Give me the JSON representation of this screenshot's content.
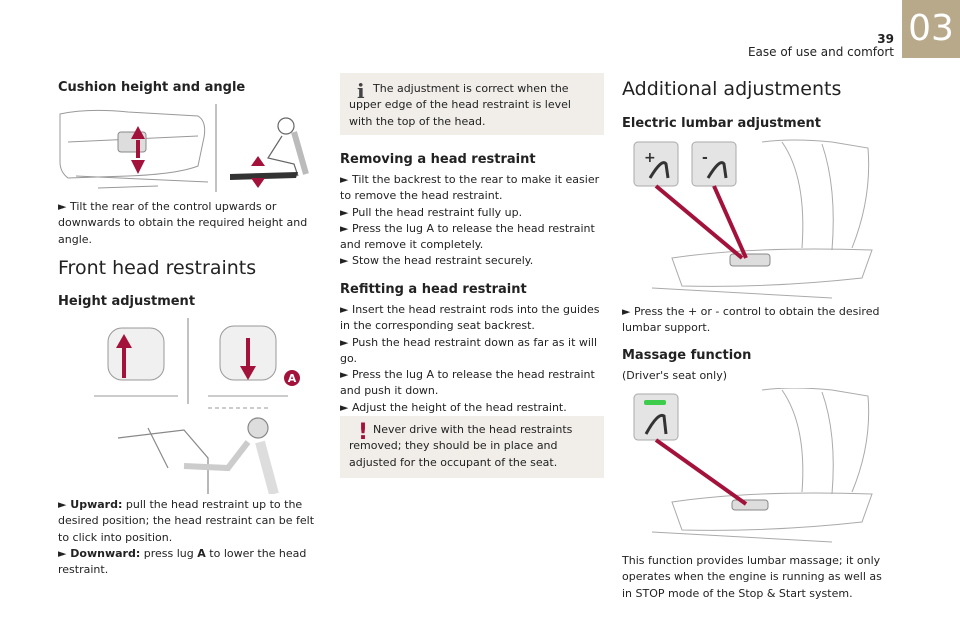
{
  "header": {
    "page_number": "39",
    "section_title": "Ease of use and comfort",
    "chapter": "03"
  },
  "col1": {
    "cushion_heading": "Cushion height and angle",
    "cushion_text": "► Tilt the rear of the control upwards or downwards to obtain the required height and angle.",
    "restraints_title": "Front head restraints",
    "height_heading": "Height adjustment",
    "fig_lug_label": "A",
    "upward_label": "► Upward:",
    "upward_text": " pull the head restraint up to the desired position; the head restraint can be felt to click into position.",
    "downward_label": "► Downward:",
    "downward_text_a": " press lug ",
    "downward_lug": "A",
    "downward_text_b": " to lower the head restraint."
  },
  "col2": {
    "info_note": "The adjustment is correct when the upper edge of the head restraint is level with the top of the head.",
    "removing_heading": "Removing a head restraint",
    "removing_steps": [
      "► Tilt the backrest to the rear to make it easier to remove the head restraint.",
      "► Pull the head restraint fully up.",
      "► Press the lug A to release the head restraint and remove it completely.",
      "► Stow the head restraint securely."
    ],
    "refitting_heading": "Refitting a head restraint",
    "refitting_steps": [
      "► Insert the head restraint rods into the guides in the corresponding seat backrest.",
      "► Push the head restraint down as far as it will go.",
      "► Press the lug A to release the head restraint and push it down.",
      "► Adjust the height of the head restraint."
    ],
    "warning_note": "Never drive with the head restraints removed; they should be in place and adjusted for the occupant of the seat."
  },
  "col3": {
    "additional_title": "Additional adjustments",
    "lumbar_heading": "Electric lumbar adjustment",
    "lumbar_text": "► Press the + or - control to obtain the desired lumbar support.",
    "massage_heading": "Massage function",
    "massage_sub": "(Driver's seat only)",
    "massage_text": "This function provides lumbar massage; it only operates when the engine is running as well as in STOP mode of the Stop & Start system."
  },
  "icons": {
    "info": "info-icon",
    "warning": "warning-icon"
  },
  "colors": {
    "accent": "#a3123a",
    "tab": "#b9a98b",
    "note_bg": "#f1eeea",
    "massage_led": "#3dcc4c"
  }
}
